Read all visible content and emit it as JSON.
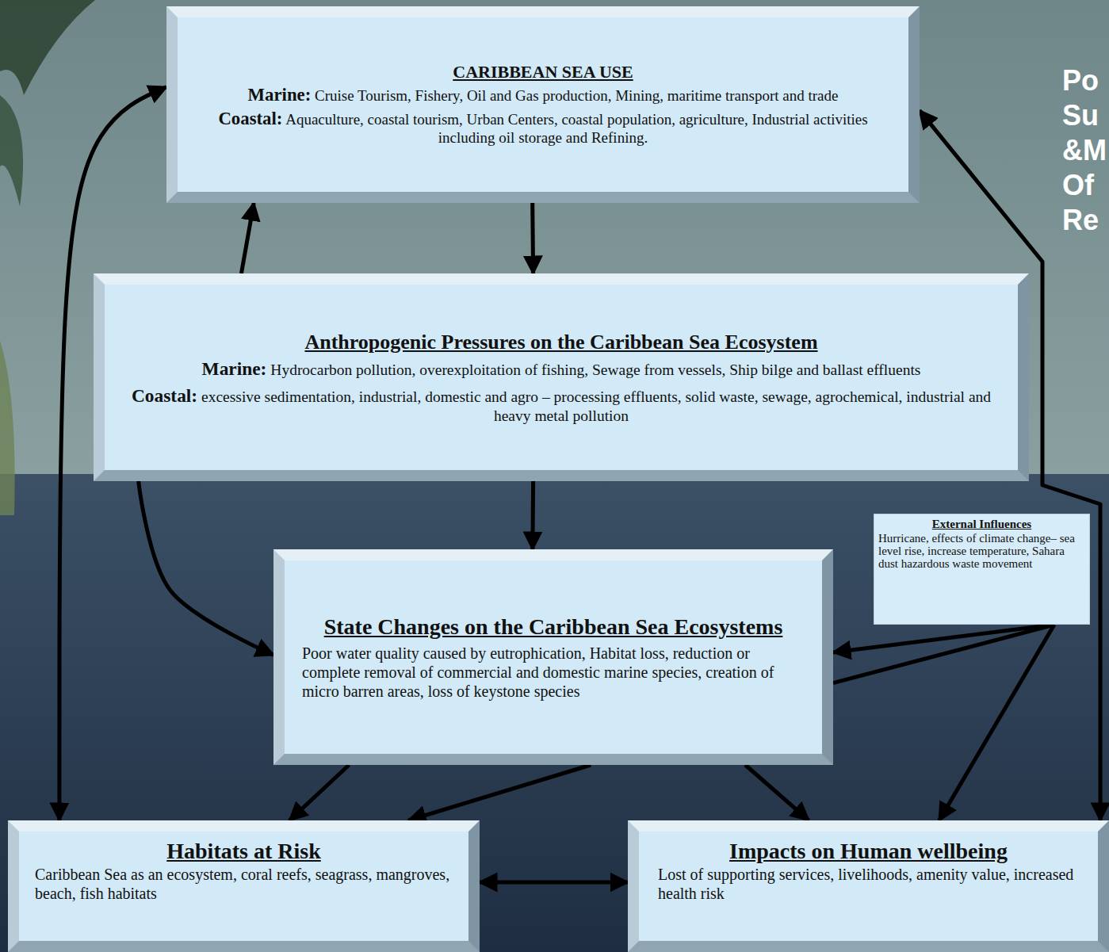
{
  "diagram": {
    "nodes": [
      {
        "text": [
          "CARIBBEAN SEA USE",
          "Marine: Cruise Tourism, Fishery, Oil and Gas production, Mining, maritime transport and trade",
          "Coastal: Aquaculture, coastal tourism, Urban Centers, coastal population, agriculture, Industrial activities including oil storage and Refining."
        ]
      },
      {
        "text": [
          "Anthropogenic Pressures on the Caribbean Sea Ecosystem",
          "Marine: Hydrocarbon pollution, overexploitation of fishing, Sewage from vessels, Ship bilge and ballast effluents",
          "Coastal: excessive sedimentation, industrial, domestic and agro – processing effluents, solid waste, sewage, agrochemical, industrial and heavy metal pollution"
        ]
      },
      {
        "text": [
          "State Changes on the Caribbean Sea Ecosystems",
          "Poor water quality caused by eutrophication, Habitat loss, reduction or complete removal of commercial and domestic marine species, creation of micro barren areas, loss of keystone species"
        ]
      },
      {
        "text": [
          "External Influences",
          "Hurricane, effects of climate change– sea level rise, increase temperature, Sahara dust hazardous waste movement"
        ]
      },
      {
        "text": [
          "Habitats at Risk",
          "Caribbean Sea as an ecosystem, coral reefs, seagrass, mangroves, beach, fish habitats"
        ]
      },
      {
        "text": [
          "Impacts on Human wellbeing",
          "Lost of supporting services, livelihoods, amenity value, increased health risk"
        ]
      }
    ],
    "edges": [
      {
        "from": 0,
        "to": 1,
        "arrow": "to"
      },
      {
        "from": 1,
        "to": 0,
        "arrow": "to"
      },
      {
        "from": 0,
        "to": 4,
        "arrow": "both"
      },
      {
        "from": 1,
        "to": 2,
        "arrow": "to"
      },
      {
        "from": 1,
        "to": 2,
        "arrow": "to"
      },
      {
        "from": 3,
        "to": 2,
        "arrow": "to"
      },
      {
        "from": 3,
        "to": 2,
        "arrow": "none"
      },
      {
        "from": 3,
        "to": 5,
        "arrow": "to"
      },
      {
        "from": 0,
        "to": 5,
        "arrow": "both"
      },
      {
        "from": 2,
        "to": 4,
        "arrow": "to"
      },
      {
        "from": 2,
        "to": 4,
        "arrow": "to"
      },
      {
        "from": 2,
        "to": 5,
        "arrow": "to"
      },
      {
        "from": 4,
        "to": 5,
        "arrow": "both"
      }
    ],
    "labels": [
      "Po Su &M Of Re"
    ]
  }
}
